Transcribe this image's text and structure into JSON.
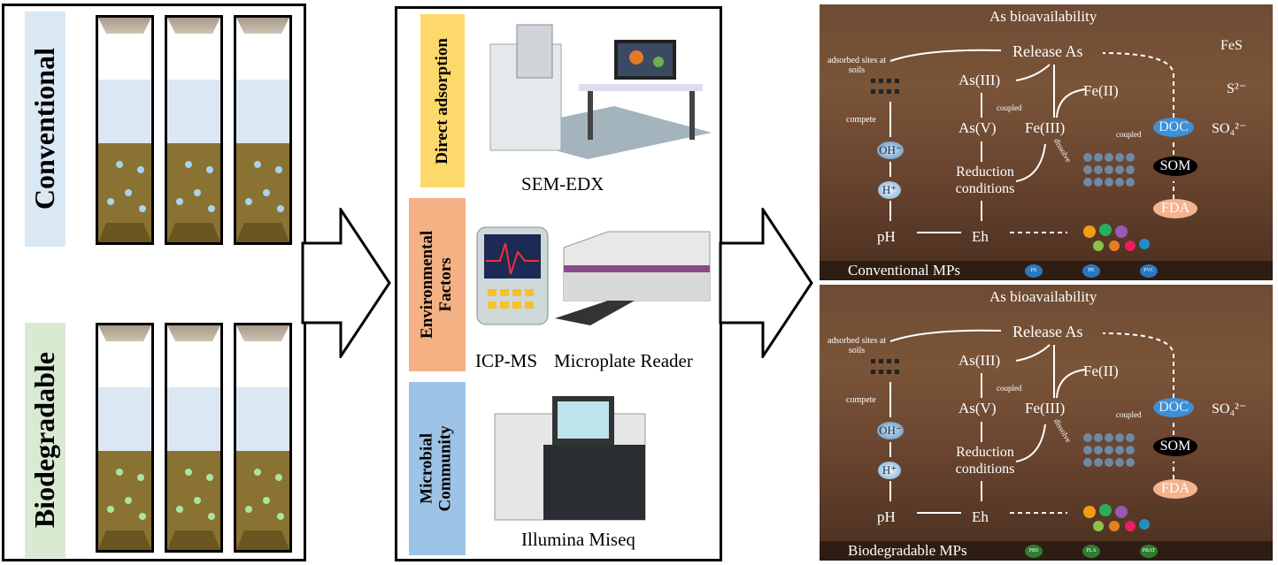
{
  "left_panel": {
    "groups": [
      {
        "label": "Conventional",
        "label_bg": "#dae8f4",
        "bead_color": "#a9d3ef"
      },
      {
        "label": "Biodegradable",
        "label_bg": "#d9ead3",
        "bead_color": "#a8e6a0"
      }
    ]
  },
  "middle_panel": {
    "sections": [
      {
        "label": "Direct adsorption",
        "label_bg": "#fdd86a",
        "instruments": [
          "SEM-EDX"
        ]
      },
      {
        "label": "Environmental Factors",
        "label_bg": "#f4b183",
        "instruments": [
          "ICP-MS",
          "Microplate Reader"
        ]
      },
      {
        "label": "Microbial Community",
        "label_bg": "#9dc3e6",
        "instruments": [
          "Illumina Miseq"
        ]
      }
    ]
  },
  "right_panel": {
    "top": {
      "title": "Conventional MPs",
      "polymers": [
        "PS",
        "PE",
        "PVC"
      ],
      "nodes": {
        "bio": "As bioavailability",
        "release": "Release As",
        "sites": "adsorbed sites at soils",
        "as3": "As(III)",
        "as5": "As(V)",
        "fe2": "Fe(II)",
        "fe3": "Fe(III)",
        "fes": "FeS",
        "s2": "S²⁻",
        "so4": "SO₄²⁻",
        "doc": "DOC",
        "som": "SOM",
        "fda": "FDA",
        "oh": "OH⁻",
        "h": "H⁺",
        "ph": "pH",
        "eh": "Eh",
        "red": "Reduction conditions",
        "compete": "compete",
        "coupled1": "coupled",
        "coupled2": "coupled",
        "dissolve": "dissolve"
      }
    },
    "bottom": {
      "title": "Biodegradable MPs",
      "polymers": [
        "PBS",
        "PLA",
        "PBAT"
      ],
      "nodes": {
        "bio": "As bioavailability",
        "release": "Release As",
        "sites": "adsorbed sites at soils",
        "as3": "As(III)",
        "as5": "As(V)",
        "fe2": "Fe(II)",
        "fe3": "Fe(III)",
        "so4": "SO₄²⁻",
        "doc": "DOC",
        "som": "SOM",
        "fda": "FDA",
        "oh": "OH⁻",
        "h": "H⁺",
        "ph": "pH",
        "eh": "Eh",
        "red": "Reduction conditions",
        "compete": "compete",
        "coupled1": "coupled",
        "coupled2": "coupled",
        "dissolve": "dissolve"
      }
    }
  }
}
